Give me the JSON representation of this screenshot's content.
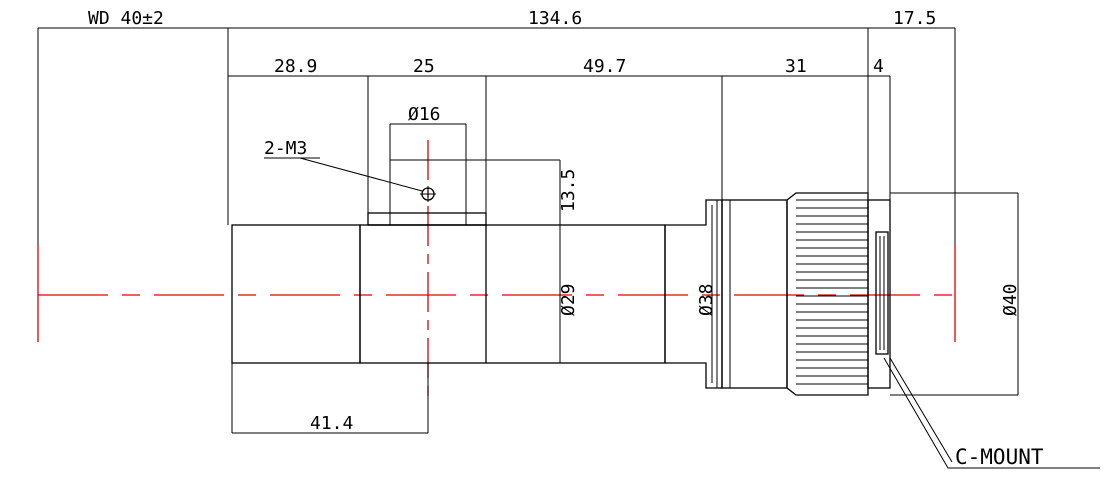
{
  "dimensions": {
    "wd": "WD 40±2",
    "overall_length": "134.6",
    "mount_offset": "17.5",
    "seg_1": "28.9",
    "seg_2": "25",
    "seg_3": "49.7",
    "seg_4": "31",
    "seg_5": "4",
    "boss_dia": "Ø16",
    "thread": "2-M3",
    "boss_height": "13.5",
    "dia_29": "Ø29",
    "dia_38": "Ø38",
    "dia_40": "Ø40",
    "bottom_length": "41.4",
    "mount": "C-MOUNT"
  },
  "colors": {
    "outline": "#000000",
    "centerline": "#e00000"
  }
}
